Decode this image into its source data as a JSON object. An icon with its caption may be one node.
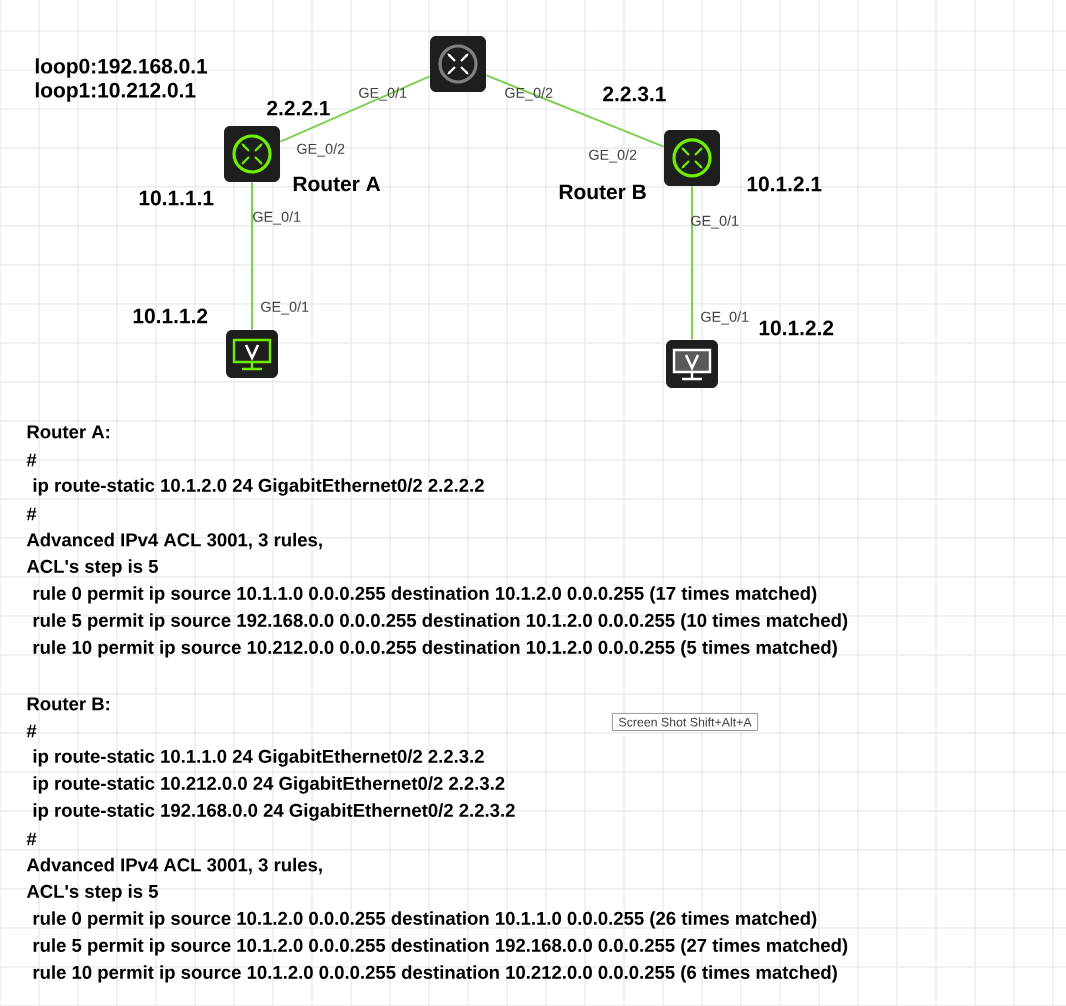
{
  "diagram": {
    "nodes": [
      {
        "text": [],
        "shape": "box"
      },
      {
        "text": [],
        "shape": "box",
        "beside": [
          "2.2.2.1",
          "Router A",
          "10.1.1.1"
        ]
      },
      {
        "text": [],
        "shape": "box",
        "beside": [
          "2.2.3.1",
          "Router B",
          "10.1.2.1"
        ]
      },
      {
        "text": [],
        "shape": "box",
        "beside": [
          "10.1.1.2"
        ]
      },
      {
        "text": [],
        "shape": "box",
        "beside": [
          "10.1.2.2"
        ]
      }
    ],
    "edges": [
      {
        "from": 0,
        "to": 1,
        "arrow": "none"
      },
      {
        "from": 0,
        "to": 2,
        "arrow": "none"
      },
      {
        "from": 1,
        "to": 3,
        "arrow": "none"
      },
      {
        "from": 2,
        "to": 4,
        "arrow": "none"
      }
    ],
    "labels": [
      "loop0:192.168.0.1",
      "loop1:10.212.0.1",
      "GE_0/1",
      "GE_0/2",
      "GE_0/2",
      "GE_0/2",
      "GE_0/1",
      "GE_0/1",
      "GE_0/1",
      "GE_0/1",
      "Router A:",
      "#",
      "ip route-static 10.1.2.0 24 GigabitEthernet0/2 2.2.2.2",
      "#",
      "Advanced IPv4 ACL 3001, 3 rules,",
      "ACL's step is 5",
      "rule 0 permit ip source 10.1.1.0 0.0.0.255 destination 10.1.2.0 0.0.0.255 (17 times matched)",
      "rule 5 permit ip source 192.168.0.0 0.0.0.255 destination 10.1.2.0 0.0.0.255 (10 times matched)",
      "rule 10 permit ip source 10.212.0.0 0.0.0.255 destination 10.1.2.0 0.0.0.255 (5 times matched)",
      "Router B:",
      "#",
      "ip route-static 10.1.1.0 24 GigabitEthernet0/2 2.2.3.2",
      "ip route-static 10.212.0.0 24 GigabitEthernet0/2 2.2.3.2",
      "ip route-static 192.168.0.0 24 GigabitEthernet0/2 2.2.3.2",
      "#",
      "Advanced IPv4 ACL 3001, 3 rules,",
      "ACL's step is 5",
      "rule 0 permit ip source 10.1.2.0 0.0.0.255 destination 10.1.1.0 0.0.0.255 (26 times matched)",
      "rule 5 permit ip source 10.1.2.0 0.0.0.255 destination 192.168.0.0 0.0.0.255 (27 times matched)",
      "rule 10 permit ip source 10.1.2.0 0.0.0.255 destination 10.212.0.0 0.0.0.255 (6 times matched)",
      "Screen Shot Shift+Alt+A"
    ]
  }
}
